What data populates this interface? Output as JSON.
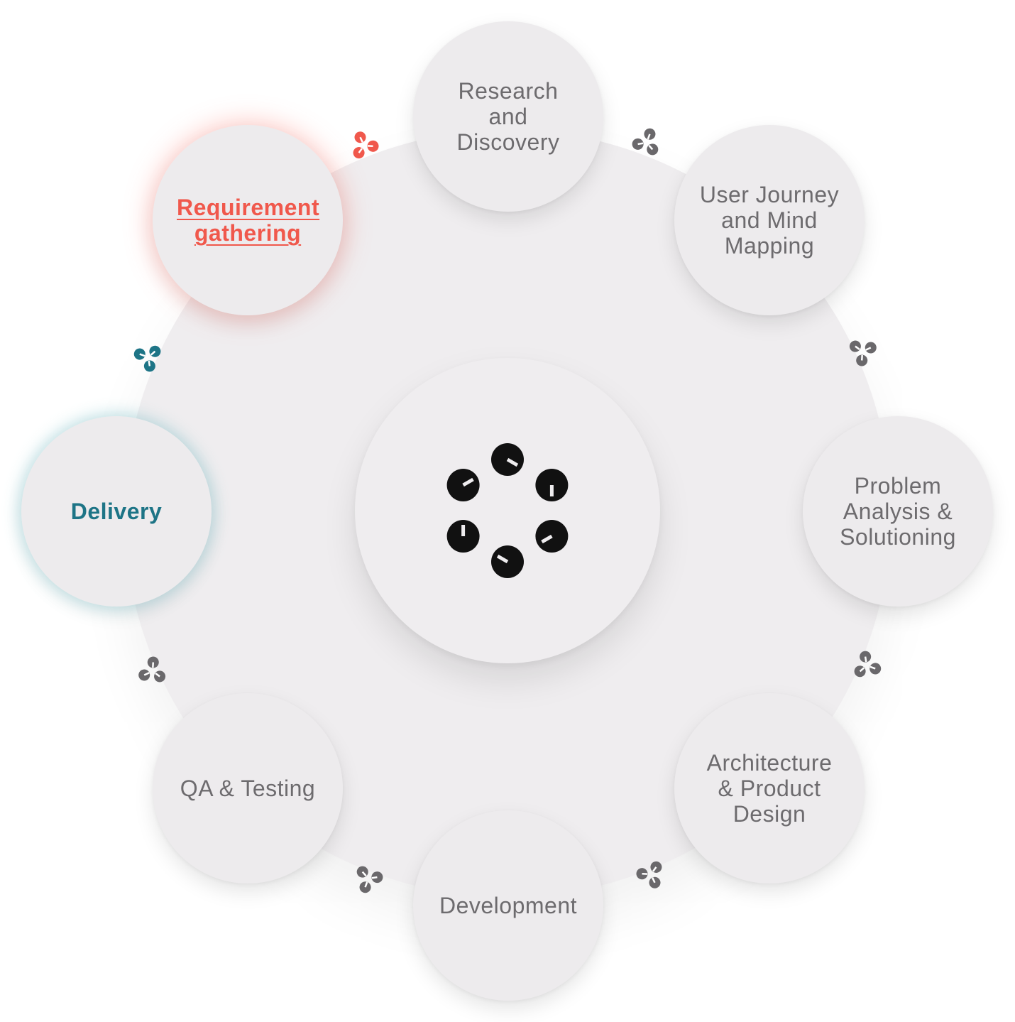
{
  "colors": {
    "ring": "#efedef",
    "node": "#edebed",
    "label": "#6d6b6e",
    "highlight_red": "#f0584c",
    "highlight_teal": "#1d7486",
    "connector_gray": "#6a686b",
    "hub_icon": "#111111"
  },
  "center": {
    "icon": "six-dot-cycle-logo-icon"
  },
  "stages": [
    {
      "label": "Research and Discovery",
      "state": "default"
    },
    {
      "label": "User Journey and Mind Mapping",
      "state": "default"
    },
    {
      "label": "Problem Analysis & Solutioning",
      "state": "default"
    },
    {
      "label": "Architecture & Product Design",
      "state": "default"
    },
    {
      "label": "Development",
      "state": "default"
    },
    {
      "label": "QA & Testing",
      "state": "default"
    },
    {
      "label": "Delivery",
      "state": "active-teal"
    },
    {
      "label": "Requirement gathering",
      "state": "active-red"
    }
  ],
  "connectors": [
    {
      "icon": "three-dot-connector-icon",
      "color": "#6a686b"
    },
    {
      "icon": "three-dot-connector-icon",
      "color": "#6a686b"
    },
    {
      "icon": "three-dot-connector-icon",
      "color": "#6a686b"
    },
    {
      "icon": "three-dot-connector-icon",
      "color": "#6a686b"
    },
    {
      "icon": "three-dot-connector-icon",
      "color": "#6a686b"
    },
    {
      "icon": "three-dot-connector-icon",
      "color": "#6a686b"
    },
    {
      "icon": "three-dot-connector-icon",
      "color": "#1d7486"
    },
    {
      "icon": "three-dot-connector-icon",
      "color": "#f0584c"
    }
  ]
}
